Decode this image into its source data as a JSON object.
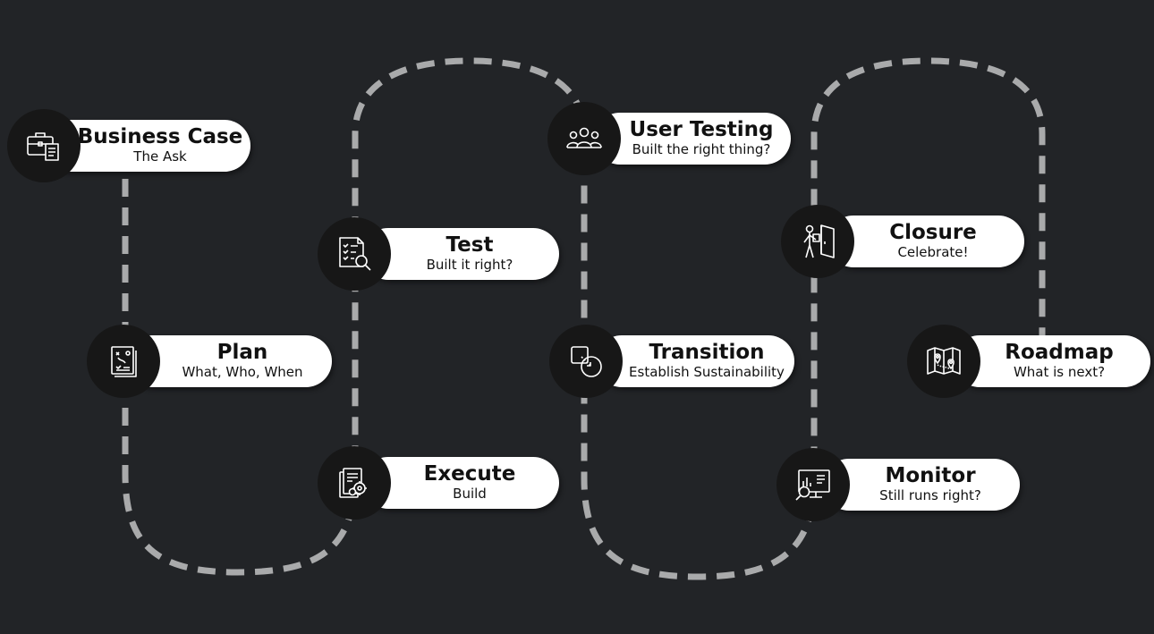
{
  "steps": [
    {
      "title": "Business Case",
      "subtitle": "The Ask",
      "icon": "briefcase-document-icon"
    },
    {
      "title": "Plan",
      "subtitle": "What, Who, When",
      "icon": "strategy-plan-icon"
    },
    {
      "title": "Test",
      "subtitle": "Built it right?",
      "icon": "checklist-magnifier-icon"
    },
    {
      "title": "Execute",
      "subtitle": "Build",
      "icon": "documents-gear-icon"
    },
    {
      "title": "User Testing",
      "subtitle": "Built the right thing?",
      "icon": "user-group-icon"
    },
    {
      "title": "Transition",
      "subtitle": "Establish Sustainability",
      "icon": "transition-shapes-icon"
    },
    {
      "title": "Monitor",
      "subtitle": "Still runs right?",
      "icon": "monitor-analytics-icon"
    },
    {
      "title": "Closure",
      "subtitle": "Celebrate!",
      "icon": "person-door-icon"
    },
    {
      "title": "Roadmap",
      "subtitle": "What is next?",
      "icon": "map-pins-icon"
    }
  ],
  "colors": {
    "background": "#222427",
    "path": "#a9aaab",
    "circle": "#171717",
    "pill": "#ffffff",
    "icon": "#ffffff"
  }
}
